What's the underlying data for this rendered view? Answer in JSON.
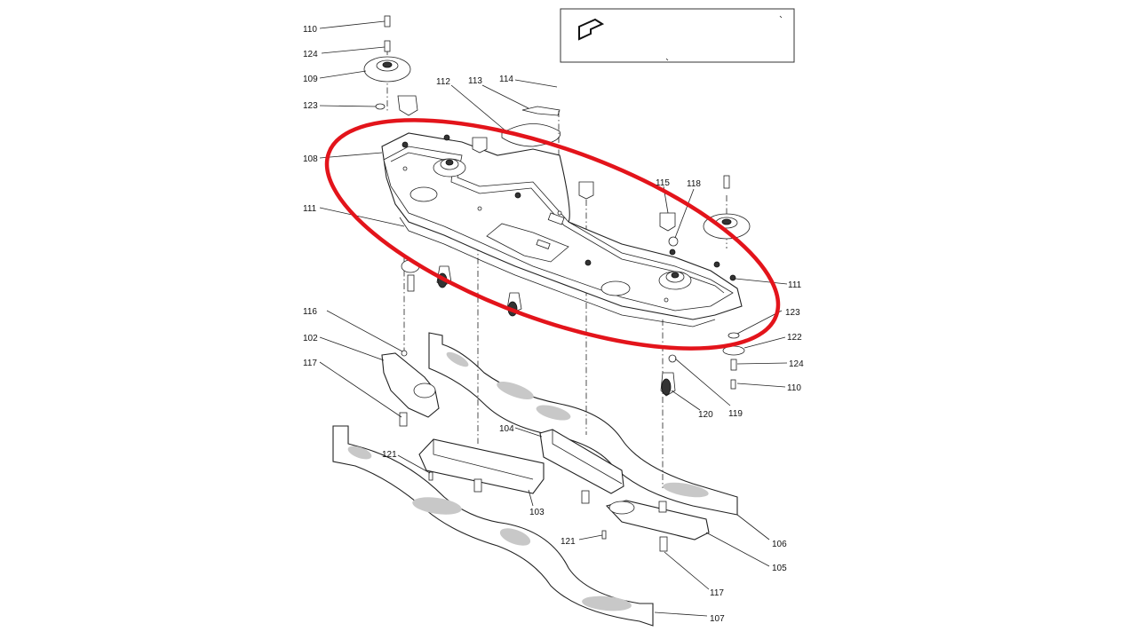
{
  "diagram": {
    "labels": {
      "p110a": "110",
      "p124a": "124",
      "p109": "109",
      "p123a": "123",
      "p112": "112",
      "p113": "113",
      "p114": "114",
      "p108": "108",
      "p111a": "111",
      "p115": "115",
      "p118": "118",
      "p111b": "111",
      "p123b": "123",
      "p122": "122",
      "p124b": "124",
      "p110b": "110",
      "p116": "116",
      "p102": "102",
      "p117a": "117",
      "p120": "120",
      "p119": "119",
      "p104": "104",
      "p121a": "121",
      "p103": "103",
      "p106": "106",
      "p121b": "121",
      "p105": "105",
      "p117b": "117",
      "p107": "107"
    },
    "highlight_color": "#e3141b"
  }
}
